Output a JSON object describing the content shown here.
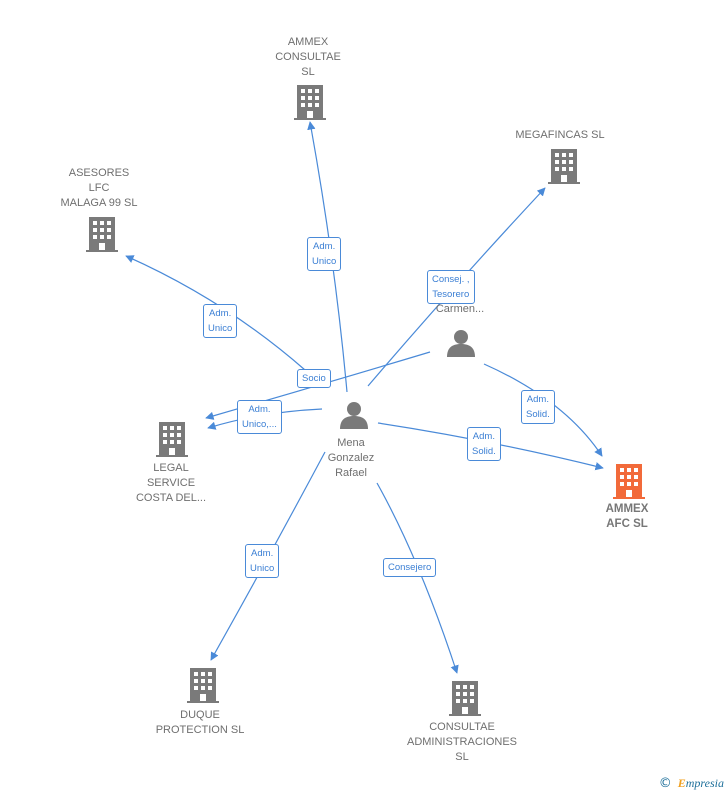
{
  "nodes": {
    "ammex_consultae": "AMMEX\nCONSULTAE\nSL",
    "megafincas": "MEGAFINCAS SL",
    "asesores": "ASESORES\nLFC\nMALAGA 99  SL",
    "legal_service": "LEGAL\nSERVICE\nCOSTA DEL...",
    "ammex_afc": "AMMEX\nAFC  SL",
    "duque": "DUQUE\nPROTECTION SL",
    "consultae_admin": "CONSULTAE\nADMINISTRACIONES\nSL",
    "mena": "Mena\nGonzalez\nRafael",
    "carmen": "Carmen..."
  },
  "edges": {
    "adm_unico_1": "Adm.\nUnico",
    "consej_tesorero": "Consej. ,\nTesorero",
    "adm_unico_2": "Adm.\nUnico",
    "socio": "Socio",
    "adm_unico_3": "Adm.\nUnico,...",
    "adm_solid_1": "Adm.\nSolid.",
    "adm_solid_2": "Adm.\nSolid.",
    "adm_unico_4": "Adm.\nUnico",
    "consejero": "Consejero"
  },
  "footer": {
    "copyright": "©",
    "brand_initial": "E",
    "brand_rest": "mpresia"
  },
  "colors": {
    "edge": "#4a8ad8",
    "building": "#7a7a7a",
    "building_highlight": "#f26a3a",
    "person": "#7a7a7a"
  }
}
